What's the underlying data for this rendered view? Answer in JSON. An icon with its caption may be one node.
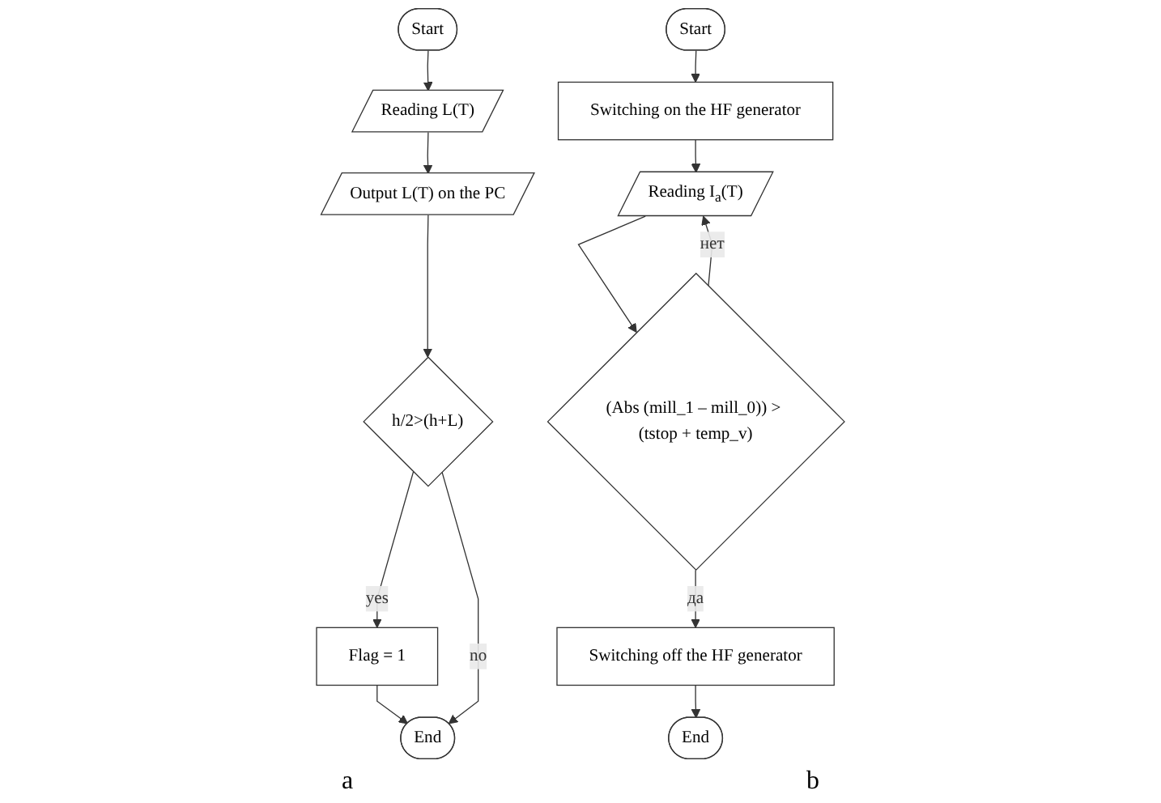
{
  "diagram": {
    "nodes": [
      {
        "text": [
          "Start"
        ]
      },
      {
        "text": [
          "Reading L(T)"
        ]
      },
      {
        "text": [
          "Output L(T) on the PC"
        ]
      },
      {
        "text": [
          "h/2>(h+L)"
        ]
      },
      {
        "text": [
          "Flag = 1"
        ]
      },
      {
        "text": [
          "End"
        ]
      },
      {
        "text": [
          "Start"
        ]
      },
      {
        "text": [
          "Switching on the HF generator"
        ]
      },
      {
        "text": [
          "Reading I$_{a}$(T)"
        ]
      },
      {
        "text": [
          "(Abs (mill_1 – mill_0)) > (tstop + temp_v)"
        ]
      },
      {
        "text": [
          "Switching off the HF generator"
        ]
      },
      {
        "text": [
          "End"
        ]
      }
    ],
    "edges": [
      {
        "from": 0,
        "to": 1,
        "arrow": "to"
      },
      {
        "from": 1,
        "to": 2,
        "arrow": "to"
      },
      {
        "from": 2,
        "to": 3,
        "arrow": "to"
      },
      {
        "from": 3,
        "to": 4,
        "label": "yes",
        "arrow": "to"
      },
      {
        "from": 4,
        "to": 5,
        "arrow": "to"
      },
      {
        "from": 3,
        "to": 5,
        "label": "no",
        "arrow": "to"
      },
      {
        "from": 6,
        "to": 7,
        "arrow": "to"
      },
      {
        "from": 7,
        "to": 8,
        "arrow": "to"
      },
      {
        "from": 8,
        "to": 9,
        "arrow": "to"
      },
      {
        "from": 9,
        "to": 8,
        "label": "нет",
        "arrow": "to"
      },
      {
        "from": 9,
        "to": 10,
        "label": "да",
        "arrow": "to"
      },
      {
        "from": 10,
        "to": 11,
        "arrow": "to"
      }
    ],
    "labels": [
      "a",
      "b"
    ]
  }
}
